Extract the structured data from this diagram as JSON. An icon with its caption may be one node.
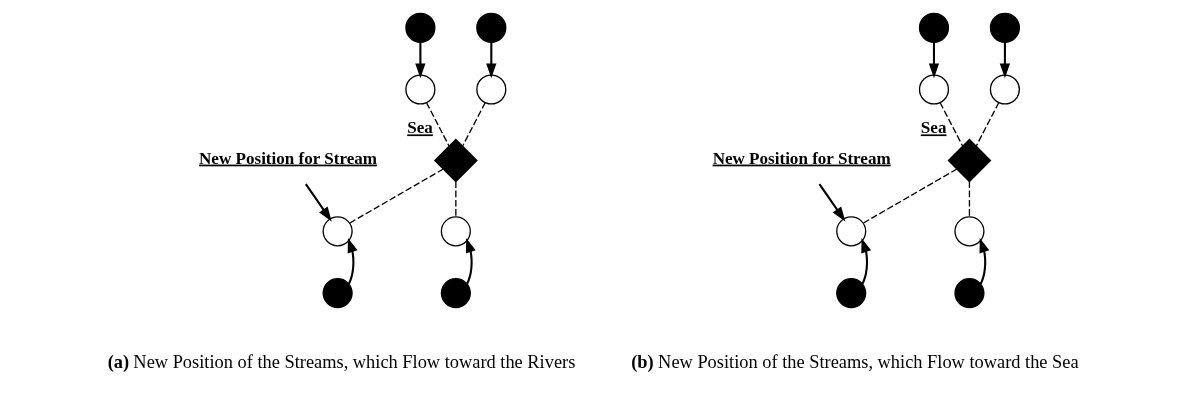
{
  "diagram": {
    "nodes": [
      {
        "text": [],
        "shape": "circle"
      },
      {
        "text": [],
        "shape": "circle"
      },
      {
        "text": [],
        "shape": "circle"
      },
      {
        "text": [],
        "shape": "circle"
      },
      {
        "text": [
          "Sea"
        ]
      },
      {
        "text": [
          "New Position for Stream"
        ]
      },
      {
        "text": [],
        "shape": "circle"
      },
      {
        "text": [],
        "shape": "circle"
      },
      {
        "text": [],
        "shape": "circle"
      },
      {
        "text": [],
        "shape": "circle"
      },
      {
        "text": [],
        "shape": "circle"
      },
      {
        "text": [],
        "shape": "circle"
      },
      {
        "text": [],
        "shape": "circle"
      },
      {
        "text": [],
        "shape": "circle"
      },
      {
        "text": [
          "Sea"
        ]
      },
      {
        "text": [
          "New Position for Stream"
        ]
      },
      {
        "text": [],
        "shape": "circle"
      },
      {
        "text": [],
        "shape": "circle"
      },
      {
        "text": [],
        "shape": "circle"
      },
      {
        "text": [],
        "shape": "circle"
      }
    ],
    "edges": [
      {
        "from": 0,
        "to": 2,
        "arrow": "to"
      },
      {
        "from": 1,
        "to": 3,
        "arrow": "to"
      },
      {
        "from": 2,
        "to": 4,
        "arrow": "none",
        "style": "dashed"
      },
      {
        "from": 3,
        "to": 4,
        "arrow": "none",
        "style": "dashed"
      },
      {
        "from": 4,
        "to": 6,
        "arrow": "none",
        "style": "dashed"
      },
      {
        "from": 4,
        "to": 7,
        "arrow": "none",
        "style": "dashed"
      },
      {
        "from": 5,
        "to": 6,
        "arrow": "to"
      },
      {
        "from": 9,
        "to": 6,
        "arrow": "to"
      },
      {
        "from": 8,
        "to": 7,
        "arrow": "to"
      },
      {
        "from": 10,
        "to": 12,
        "arrow": "to"
      },
      {
        "from": 11,
        "to": 13,
        "arrow": "to"
      },
      {
        "from": 12,
        "to": 14,
        "arrow": "none",
        "style": "dashed"
      },
      {
        "from": 13,
        "to": 14,
        "arrow": "none",
        "style": "dashed"
      },
      {
        "from": 14,
        "to": 16,
        "arrow": "none",
        "style": "dashed"
      },
      {
        "from": 14,
        "to": 17,
        "arrow": "none",
        "style": "dashed"
      },
      {
        "from": 15,
        "to": 16,
        "arrow": "to"
      },
      {
        "from": 19,
        "to": 16,
        "arrow": "to"
      },
      {
        "from": 18,
        "to": 17,
        "arrow": "to"
      }
    ],
    "labels": [
      "**(a)** New Position of the Streams, which Flow toward the Rivers",
      "**(b)** New Position of the Streams, which Flow toward the Sea"
    ]
  }
}
